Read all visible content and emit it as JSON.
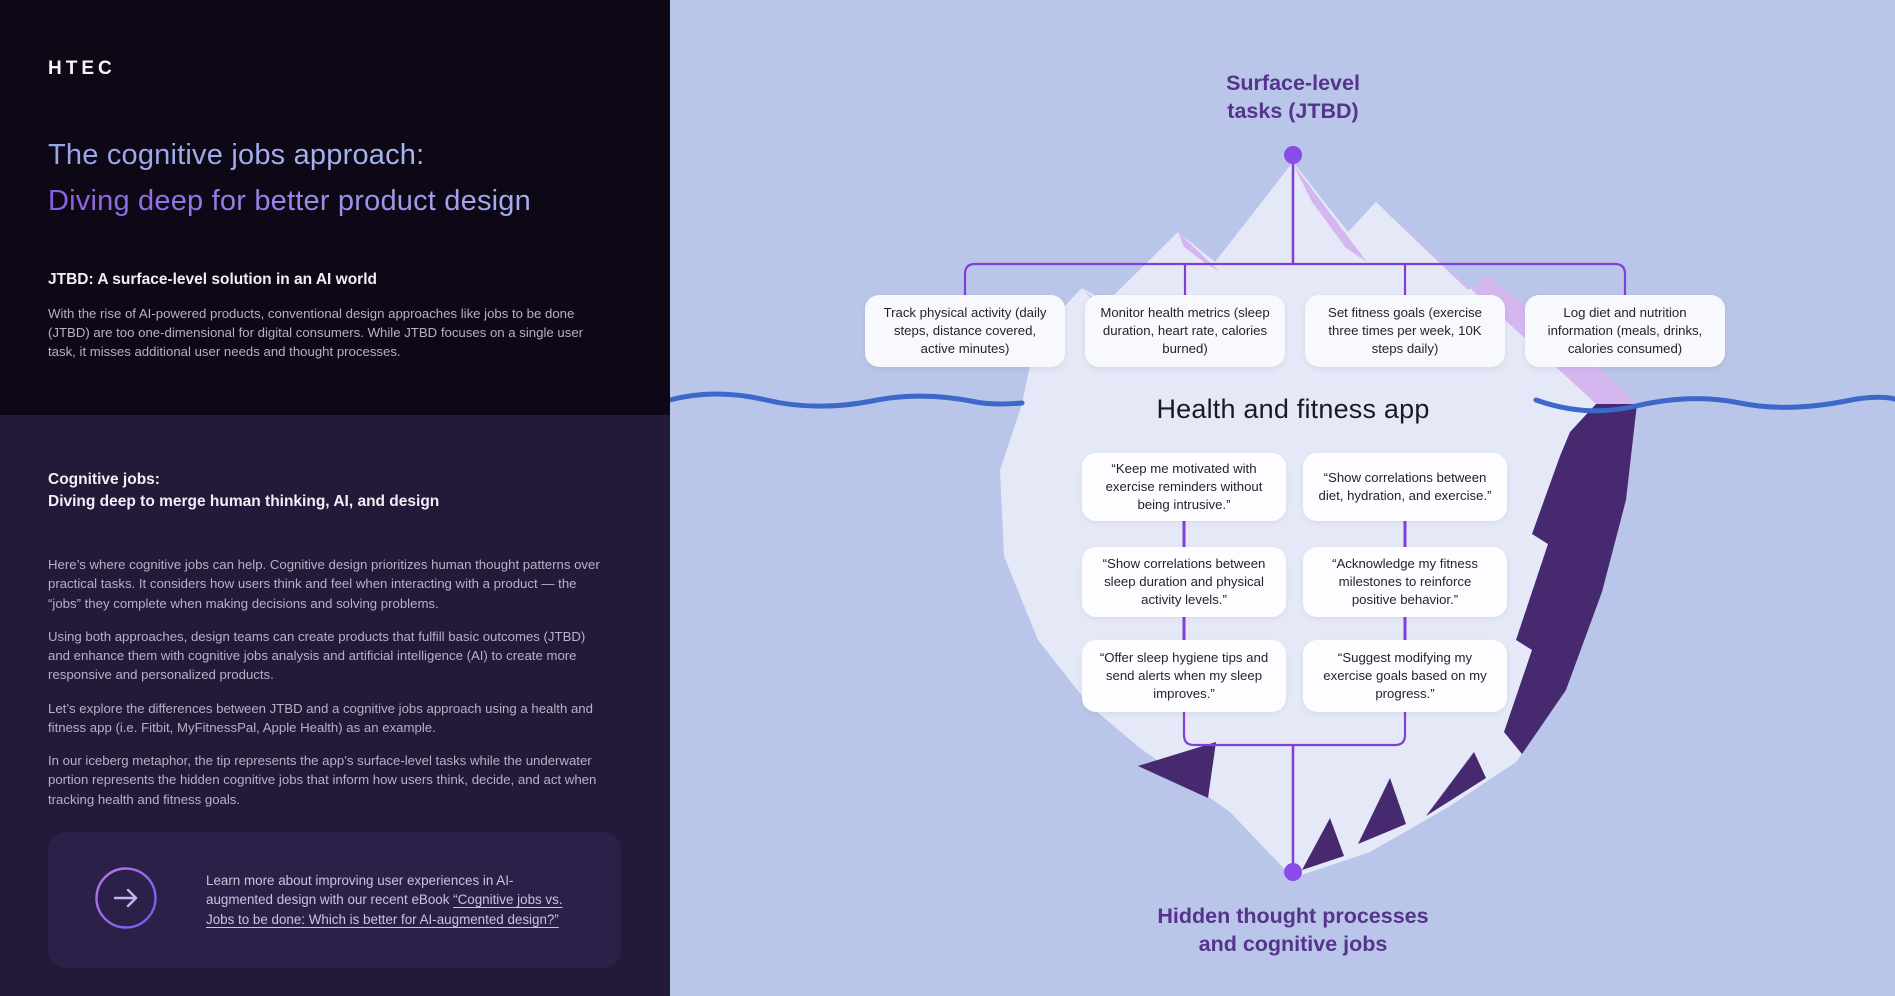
{
  "left_panel": {
    "logo": "HTEC",
    "title_line1": "The cognitive jobs approach:",
    "title_line2": "Diving deep for better product design",
    "section1": {
      "heading": "JTBD: A surface-level solution in an AI world",
      "body": "With the rise of AI-powered products, conventional design approaches like jobs to be done (JTBD) are too one-dimensional for digital consumers. While JTBD focuses on a single user task, it misses additional user needs and thought processes."
    },
    "section2": {
      "heading_line1": "Cognitive jobs:",
      "heading_line2": "Diving deep to merge human thinking, AI, and design",
      "paragraphs": [
        "Here’s where cognitive jobs can help. Cognitive design prioritizes human thought patterns over practical tasks. It considers how users think and feel when interacting with a product — the “jobs” they complete when making decisions and solving problems.",
        "Using both approaches, design teams can create products that fulfill basic outcomes (JTBD) and enhance them with cognitive jobs analysis and artificial intelligence (AI) to create more responsive and personalized products.",
        "Let’s explore the differences between JTBD and a cognitive jobs approach using a health and fitness app (i.e. Fitbit, MyFitnessPal, Apple Health) as an example.",
        "In our iceberg metaphor, the tip represents the app’s surface-level tasks while the underwater portion represents the hidden cognitive jobs that inform how users think, decide, and act when tracking health and fitness goals."
      ]
    },
    "cta": {
      "text_before_link": "Learn more about improving user experiences in AI-augmented design with our recent eBook ",
      "link_text": "“Cognitive jobs vs. Jobs to be done: Which is better for AI-augmented design?”",
      "icon": "arrow-right-circle-icon"
    }
  },
  "diagram": {
    "top_label": "Surface-level\ntasks (JTBD)",
    "bottom_label": "Hidden thought processes\nand cognitive jobs",
    "center_title": "Health and fitness app",
    "tasks": [
      "Track physical activity (daily steps, distance covered, active minutes)",
      "Monitor health metrics (sleep duration, heart rate, calories burned)",
      "Set fitness goals (exercise three times per week, 10K steps daily)",
      "Log diet and nutrition information (meals, drinks, calories consumed)"
    ],
    "quotes": [
      "“Keep me motivated with exercise reminders without being intrusive.”",
      "“Show correlations between diet, hydration, and exercise.”",
      "“Show correlations between sleep duration and physical activity levels.”",
      "“Acknowledge my fitness milestones to reinforce positive behavior.”",
      "“Offer sleep hygiene tips and send alerts when my sleep improves.”",
      "“Suggest modifying my exercise goals based on my progress.”"
    ]
  },
  "colors": {
    "panel_top_bg": "#0e0816",
    "panel_bottom_bg": "#221a38",
    "card_bg": "#2a2048",
    "diagram_bg": "#bac6e9",
    "iceberg_body": "#e5e9f7",
    "iceberg_highlight": "#d5b7f0",
    "iceberg_shadow": "#46296f",
    "waterline_blue": "#3c68c9",
    "connector_purple": "#7e40d8",
    "node_dot": "#8a4ce6",
    "label_purple": "#55348c"
  }
}
